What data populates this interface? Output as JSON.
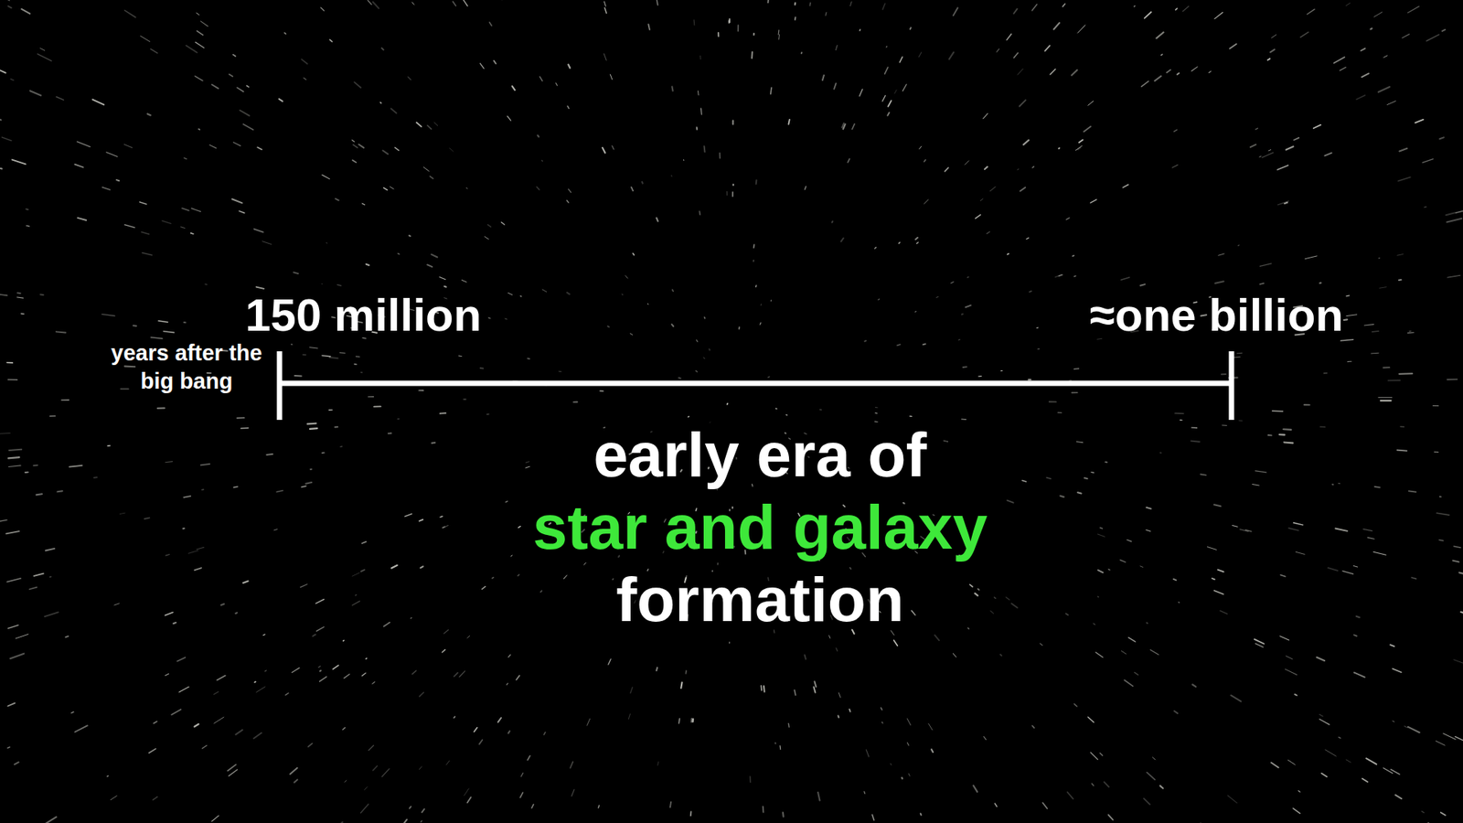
{
  "diagram": {
    "labels": [
      "150 million",
      "≈one billion",
      "years after the big bang",
      "early era of",
      "star and galaxy",
      "formation"
    ]
  }
}
